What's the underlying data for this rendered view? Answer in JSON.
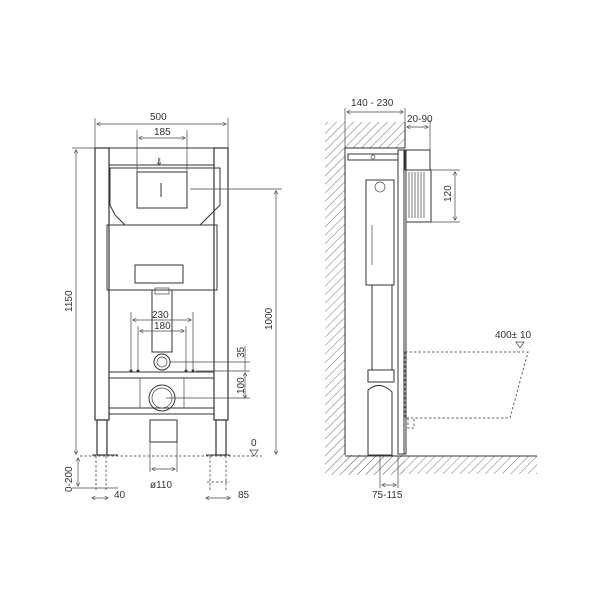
{
  "drawing": {
    "subject": "Wall-hung toilet installation frame",
    "front_view": {
      "dimensions": {
        "frame_width": "500",
        "flush_plate_width": "185",
        "total_height": "1150",
        "mount_height": "1000",
        "bolt_spacing_outer": "230",
        "bolt_spacing_inner": "180",
        "inlet_offset": "35",
        "outlet_offset": "100",
        "floor_level": "0",
        "leg_adjust": "0-200",
        "foot_width_left": "40",
        "foot_width_right": "85",
        "drain_diameter": "ø110"
      }
    },
    "side_view": {
      "dimensions": {
        "wall_depth": "140 - 230",
        "plate_depth": "20-90",
        "flush_height": "120",
        "seat_height": "400± 10",
        "drain_offset": "75-115"
      }
    }
  }
}
